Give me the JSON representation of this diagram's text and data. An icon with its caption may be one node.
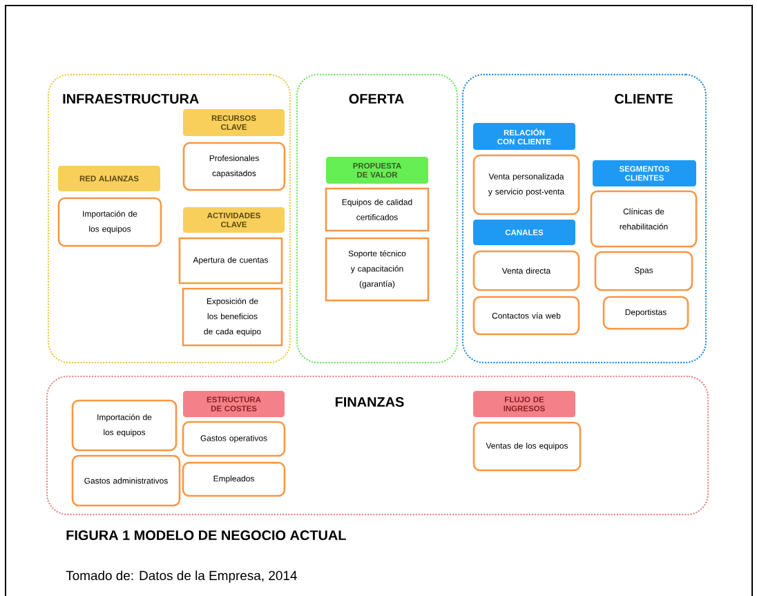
{
  "diagram": {
    "caption": "FIGURA 1 MODELO DE NEGOCIO ACTUAL",
    "nodes": [
      {
        "text": [
          "INFRAESTRUCTURA"
        ]
      },
      {
        "text": [
          "RECURSOS CLAVE"
        ],
        "in": 0
      },
      {
        "text": [
          "Profesionales capasitados"
        ],
        "in": 0
      },
      {
        "text": [
          "RED ALIANZAS"
        ],
        "in": 0
      },
      {
        "text": [
          "Importación de los equipos"
        ],
        "in": 0
      },
      {
        "text": [
          "ACTIVIDADES CLAVE"
        ],
        "in": 0
      },
      {
        "text": [
          "Apertura de cuentas"
        ],
        "in": 0
      },
      {
        "text": [
          "Exposición de los beneficios de cada equipo"
        ],
        "in": 0
      },
      {
        "text": [
          "OFERTA"
        ]
      },
      {
        "text": [
          "PROPUESTA DE VALOR"
        ],
        "in": 8
      },
      {
        "text": [
          "Equipos de calidad certificados"
        ],
        "in": 8
      },
      {
        "text": [
          "Soporte técnico y capacitación (garantía)"
        ],
        "in": 8
      },
      {
        "text": [
          "CLIENTE"
        ]
      },
      {
        "text": [
          "RELACIÓN CON CLIENTE"
        ],
        "in": 12
      },
      {
        "text": [
          "Venta personalizada y servicio post-venta"
        ],
        "in": 12
      },
      {
        "text": [
          "SEGMENTOS CLIENTES"
        ],
        "in": 12
      },
      {
        "text": [
          "Clínicas de rehabilitación"
        ],
        "in": 12
      },
      {
        "text": [
          "CANALES"
        ],
        "in": 12
      },
      {
        "text": [
          "Venta directa"
        ],
        "in": 12
      },
      {
        "text": [
          "Spas"
        ],
        "in": 12
      },
      {
        "text": [
          "Contactos vía web"
        ],
        "in": 12
      },
      {
        "text": [
          "Deportistas"
        ],
        "in": 12
      },
      {
        "text": [
          "FINANZAS"
        ]
      },
      {
        "text": [
          "Importación de los equipos"
        ],
        "in": 22
      },
      {
        "text": [
          "ESTRUCTURA DE COSTES"
        ],
        "in": 22
      },
      {
        "text": [
          "Gastos operativos"
        ],
        "in": 22
      },
      {
        "text": [
          "FLUJO DE INGRESOS"
        ],
        "in": 22
      },
      {
        "text": [
          "Gastos administrativos"
        ],
        "in": 22
      },
      {
        "text": [
          "Empleados"
        ],
        "in": 22
      },
      {
        "text": [
          "Ventas de los equipos"
        ],
        "in": 22
      }
    ],
    "labels": [
      "Tomado de: Datos de la Empresa, 2014"
    ]
  }
}
